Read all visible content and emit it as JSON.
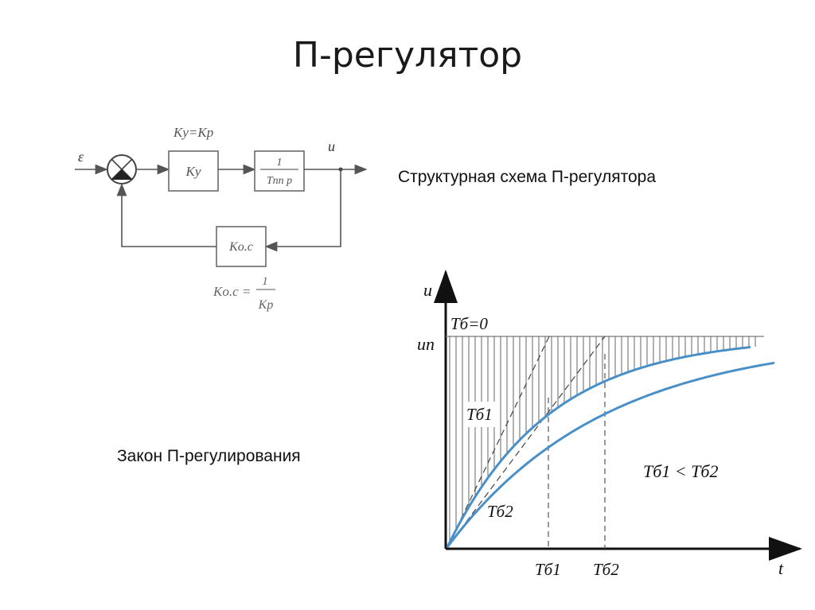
{
  "slide": {
    "title": "П-регулятор",
    "caption_scheme": "Структурная схема П-регулятора",
    "caption_law": "Закон П-регулирования"
  },
  "block_diagram": {
    "input_label": "ε",
    "output_label": "u",
    "top_annotation": "Ky=Kp",
    "block1_label": "Ky",
    "block2_numerator": "1",
    "block2_denominator": "Tпп p",
    "feedback_label": "Kо.с",
    "bottom_annotation_left": "Kо.с =",
    "bottom_annotation_num": "1",
    "bottom_annotation_den": "Kp"
  },
  "response_graph": {
    "y_axis_label": "u",
    "level_label": "uп",
    "zero_label": "Tб=0",
    "x_axis_label": "t",
    "curve1_label": "Tб1",
    "curve2_label": "Tб2",
    "tick1_label": "Tб1",
    "tick2_label": "Tб2",
    "relation_label": "Tб1 < Tб2"
  },
  "colors": {
    "curve": "#4a90c8",
    "line": "#555555",
    "text": "#111111"
  }
}
